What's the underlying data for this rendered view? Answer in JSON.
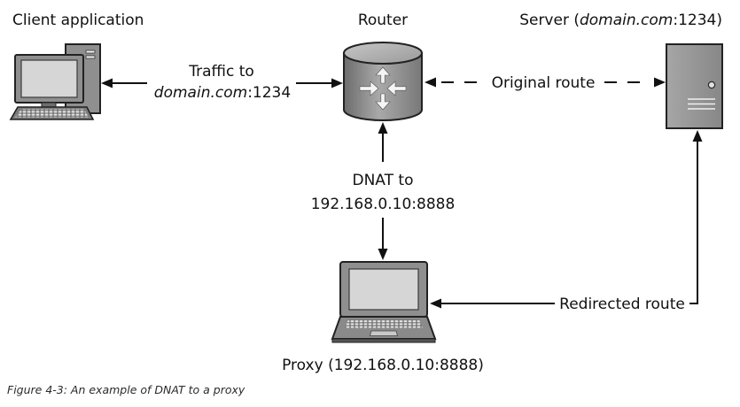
{
  "figure": {
    "caption": "Figure 4-3: An example of DNAT to a proxy"
  },
  "nodes": {
    "client": {
      "label": "Client application",
      "icon": "desktop-computer-icon"
    },
    "router": {
      "label": "Router",
      "icon": "router-icon"
    },
    "server": {
      "label_prefix": "Server (",
      "label_host": "domain.com",
      "label_suffix": ":1234)",
      "icon": "server-icon"
    },
    "proxy": {
      "label": "Proxy (192.168.0.10:8888)",
      "icon": "laptop-icon"
    }
  },
  "edges": {
    "client_router": {
      "label_line1": "Traffic to",
      "label_host": "domain.com",
      "label_port": ":1234"
    },
    "router_server": {
      "label": "Original route"
    },
    "router_proxy": {
      "label_line1": "DNAT to",
      "label_line2": "192.168.0.10:8888"
    },
    "server_proxy": {
      "label": "Redirected route"
    }
  },
  "colors": {
    "ink": "#111111",
    "device_gray": "#8f8f8f",
    "screen_gray": "#d6d6d6",
    "arrow_glyph": "#f4f4f4",
    "caption_text": "#2b2b2b"
  }
}
